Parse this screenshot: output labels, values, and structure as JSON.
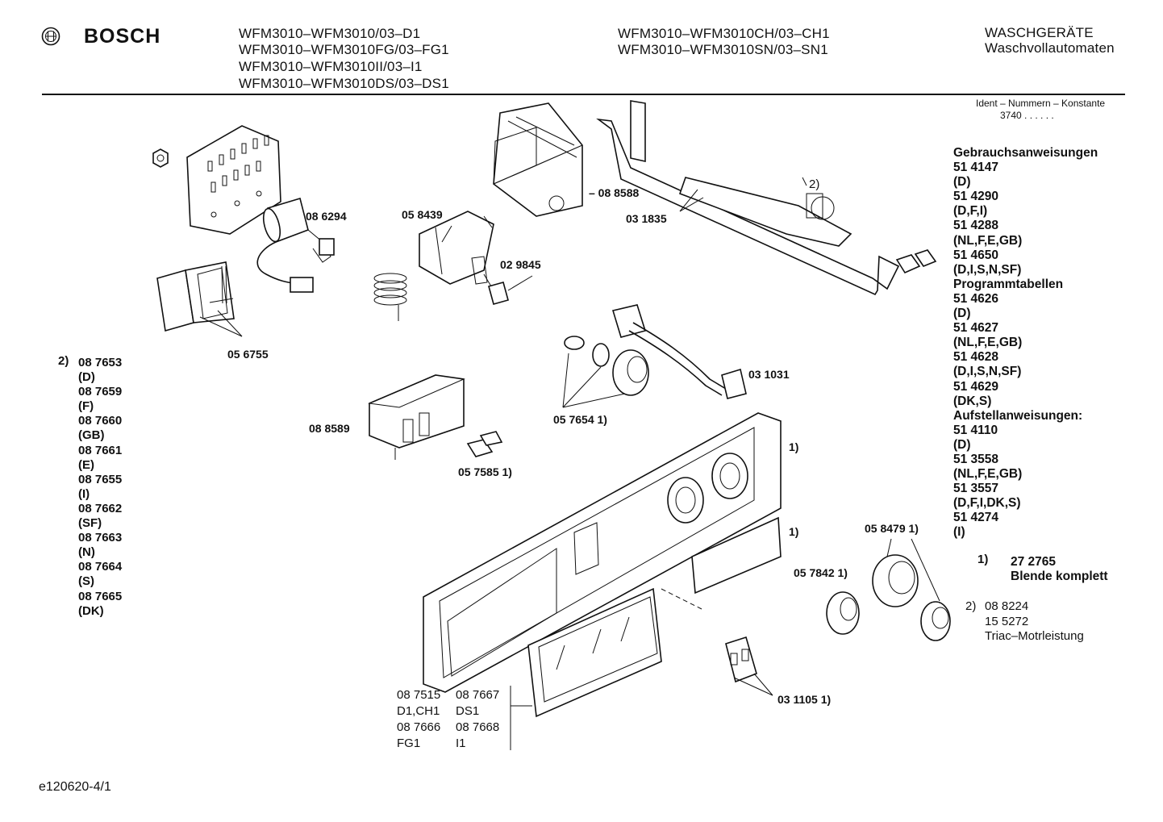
{
  "header": {
    "brand": "BOSCH",
    "models_left": [
      "WFM3010–WFM3010/03–D1",
      "WFM3010–WFM3010FG/03–FG1",
      "WFM3010–WFM3010II/03–I1",
      "WFM3010–WFM3010DS/03–DS1"
    ],
    "models_middle": [
      "WFM3010–WFM3010CH/03–CH1",
      "WFM3010–WFM3010SN/03–SN1"
    ],
    "category": [
      "WASCHGERÄTE",
      "Waschvollautomaten"
    ],
    "ident_label": "Ident – Nummern – Konstante",
    "ident_value": "3740  .  .    .  .  .  ."
  },
  "parts": {
    "p086294": "08 6294",
    "p058439": "05 8439",
    "p088588": "– 08 8588",
    "p031835": "03 1835",
    "p2note": "2)",
    "p029845": "02 9845",
    "p056755": "05 6755",
    "p031031": "03 1031",
    "p057654": "05 7654 1)",
    "p088589": "08 8589",
    "p057585": "05 7585 1)",
    "p1a": "1)",
    "p1b": "1)",
    "p058479": "05 8479 1)",
    "p057842": "05 7842  1)",
    "p031105": "03 1105 1)"
  },
  "left_list": {
    "marker": "2)",
    "items": [
      "08 7653",
      "(D)",
      "08 7659",
      "(F)",
      "08 7660",
      "(GB)",
      "08 7661",
      "(E)",
      "08 7655",
      "(I)",
      "08 7662",
      "(SF)",
      "08 7663",
      "(N)",
      "08 7664",
      "(S)",
      "08 7665",
      "(DK)"
    ]
  },
  "right_list": {
    "items": [
      "Gebrauchsanweisungen",
      "51 4147",
      "(D)",
      "51 4290",
      "(D,F,I)",
      "51 4288",
      "(NL,F,E,GB)",
      "51 4650",
      "(D,I,S,N,SF)",
      "Programmtabellen",
      "51 4626",
      "(D)",
      "51 4627",
      "(NL,F,E,GB)",
      "51 4628",
      "(D,I,S,N,SF)",
      "51 4629",
      "(DK,S)",
      "Aufstellanweisungen:",
      "51 4110",
      "(D)",
      "51 3558",
      "(NL,F,E,GB)",
      "51 3557",
      "(D,F,I,DK,S)",
      "51 4274",
      "(I)"
    ]
  },
  "notes": {
    "n1_marker": "1)",
    "n1_number": "27 2765",
    "n1_text": "Blende komplett",
    "n2_marker": "2)",
    "n2_lines": [
      "08 8224",
      "15 5272",
      "Triac–Motrleistung"
    ]
  },
  "panel_table": {
    "rows": [
      [
        "08 7515",
        "08 7667"
      ],
      [
        "D1,CH1",
        "DS1"
      ],
      [
        "08 7666",
        "08 7668"
      ],
      [
        "FG1",
        "I1"
      ]
    ]
  },
  "footer": {
    "code": "e120620-4/1"
  }
}
